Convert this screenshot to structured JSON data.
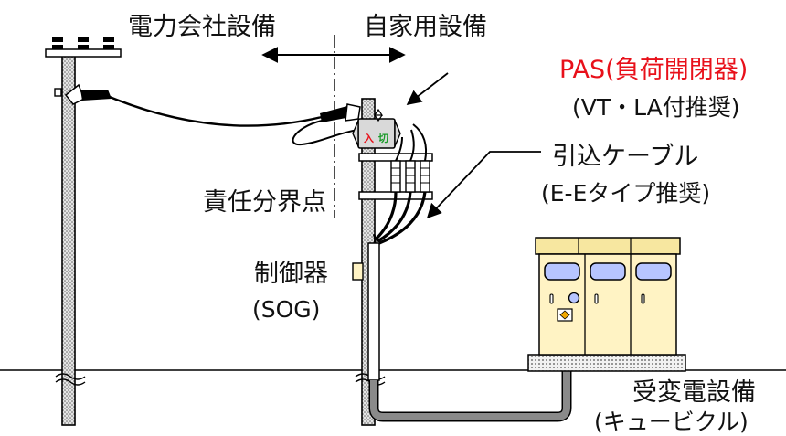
{
  "colors": {
    "pas_label": "#e8101a",
    "pole_fill": "#e9e9e9",
    "cubicle_fill": "#fff3c4",
    "cubicle_top": "#f7e7a0",
    "window_fill": "#b7c5ff",
    "cable": "#8a8a8a",
    "switch_on": "#e8101a",
    "switch_off": "#1a9a2a"
  },
  "labels": {
    "utility_equipment": "電力会社設備",
    "private_equipment": "自家用設備",
    "pas": "PAS(負荷開閉器)",
    "pas_note": "(VT・LA付推奨)",
    "drop_cable": "引込ケーブル",
    "drop_cable_note": "(E-Eタイプ推奨)",
    "demarcation_point": "責任分界点",
    "controller": "制御器",
    "controller_note": "(SOG)",
    "substation_equipment": "受変電設備",
    "substation_note": "(キュービクル)",
    "switch_on": "入",
    "switch_off": "切"
  }
}
